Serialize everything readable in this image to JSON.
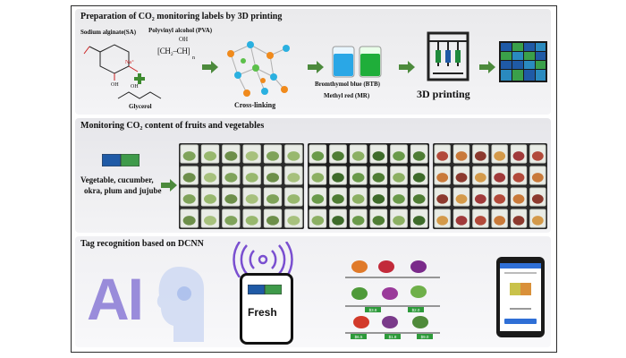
{
  "panel1": {
    "title": "Preparation of CO₂ monitoring labels by 3D printing",
    "sa_label": "Sodium alginate(SA)",
    "pva_label": "Polyvinyl alcohol (PVA)",
    "pva_oh": "OH",
    "pva_chain": "CH₂–CH",
    "pva_n": "n",
    "sa_na": "Na⁺",
    "sa_oh": "OH",
    "glycerol_oh": "OH",
    "glycerol_label": "Glycerol",
    "crosslink_label": "Cross-linking",
    "btb_label": "Bromthymol blue (BTB)",
    "mr_label": "Methyl red (MR)",
    "printing_label": "3D printing"
  },
  "panel2": {
    "title": "Monitoring CO₂ content of fruits and vegetables",
    "produce_line1": "Vegetable, cucumber,",
    "produce_line2": "okra, plum and jujube"
  },
  "panel3": {
    "title": "Tag recognition based on DCNN",
    "ai_text": "AI",
    "fresh_label": "Fresh",
    "price_tags": [
      "$3.8",
      "$2.0",
      "$6.5",
      "$1.8",
      "$9.0"
    ]
  },
  "colors": {
    "arrow_green": "#4c8a3c",
    "tag_blue": "#1f5aa6",
    "tag_green": "#3f9a4a",
    "beaker_blue": "#2aa7e6",
    "beaker_green": "#1fae3a",
    "wifi_purple": "#7a4fd0"
  }
}
